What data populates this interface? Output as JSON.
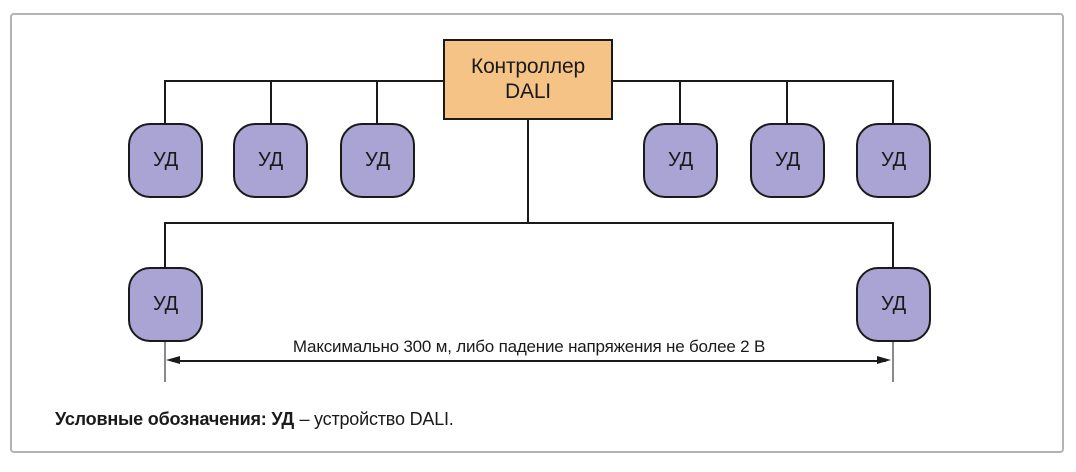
{
  "diagram": {
    "controller": {
      "line1": "Контроллер",
      "line2": "DALI"
    },
    "device_label": "УД",
    "dimension_note": "Максимально 300 м, либо падение напряжения не более 2 В",
    "legend": {
      "bold_text": "Условные обозначения: УД",
      "regular_text": "– устройство DALI."
    }
  },
  "colors": {
    "controller_fill": "#f6c386",
    "device_fill": "#a9a4d4",
    "line": "#1a1a1a",
    "frame_border": "#b3b3b3",
    "extension_line": "#8a8a8a"
  }
}
